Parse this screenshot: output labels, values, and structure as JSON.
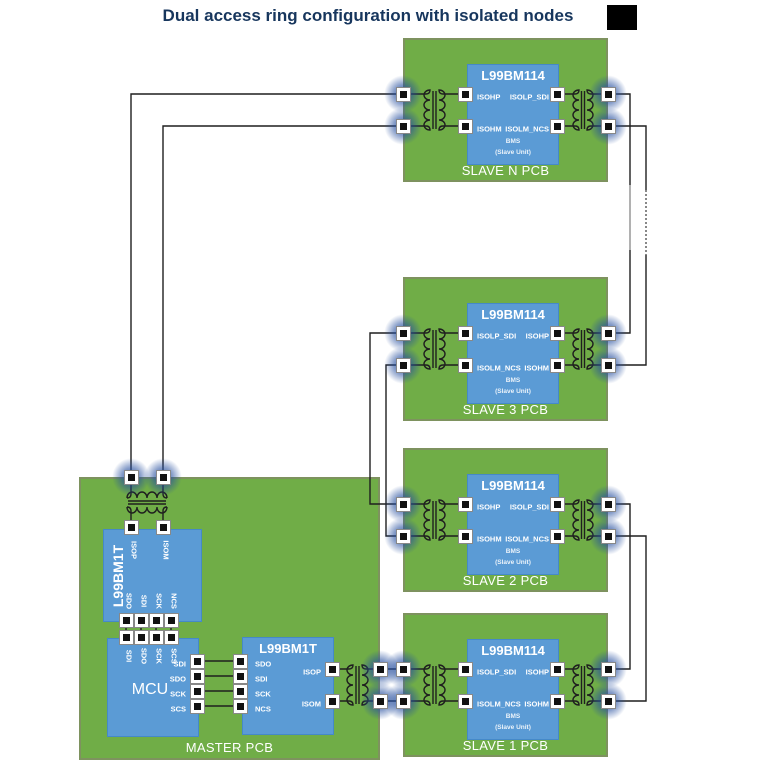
{
  "title": "Dual access ring configuration with isolated nodes",
  "colors": {
    "pcb_green": "#70ad47",
    "pcb_border": "#7e925f",
    "chip_blue": "#5b9bd5",
    "title_navy": "#17365d",
    "wire_black": "#1f1f1f",
    "pin_glow_blue": "#254e9e"
  },
  "master": {
    "board_label": "MASTER PCB",
    "iso_chip": {
      "name": "L99BM1T",
      "pin_top_1": "ISOP",
      "pin_top_2": "ISOM",
      "pins_bottom": [
        "SDO",
        "SDI",
        "SCK",
        "NCS"
      ]
    },
    "mcu": {
      "name": "MCU",
      "pins_top": [
        "SDI",
        "SDO",
        "SCK",
        "SCS"
      ],
      "pins_right": [
        "SDI",
        "SDO",
        "SCK",
        "SCS"
      ]
    },
    "spi_chip": {
      "name": "L99BM1T",
      "pins_left": [
        "SDO",
        "SDI",
        "SCK",
        "NCS"
      ],
      "pin_right_1": "ISOP",
      "pin_right_2": "ISOM"
    }
  },
  "slaves": [
    {
      "board_label": "SLAVE N PCB",
      "chip": "L99BM114",
      "unit_line1": "BMS",
      "unit_line2": "(Slave Unit)",
      "pins_left": [
        "ISOHP",
        "ISOHM"
      ],
      "pins_right": [
        "ISOLP_SDI",
        "ISOLM_NCS"
      ]
    },
    {
      "board_label": "SLAVE 3 PCB",
      "chip": "L99BM114",
      "unit_line1": "BMS",
      "unit_line2": "(Slave Unit)",
      "pins_left": [
        "ISOLP_SDI",
        "ISOLM_NCS"
      ],
      "pins_right": [
        "ISOHP",
        "ISOHM"
      ]
    },
    {
      "board_label": "SLAVE 2 PCB",
      "chip": "L99BM114",
      "unit_line1": "BMS",
      "unit_line2": "(Slave Unit)",
      "pins_left": [
        "ISOHP",
        "ISOHM"
      ],
      "pins_right": [
        "ISOLP_SDI",
        "ISOLM_NCS"
      ]
    },
    {
      "board_label": "SLAVE 1 PCB",
      "chip": "L99BM114",
      "unit_line1": "BMS",
      "unit_line2": "(Slave Unit)",
      "pins_left": [
        "ISOLP_SDI",
        "ISOLM_NCS"
      ],
      "pins_right": [
        "ISOHP",
        "ISOHM"
      ]
    }
  ]
}
